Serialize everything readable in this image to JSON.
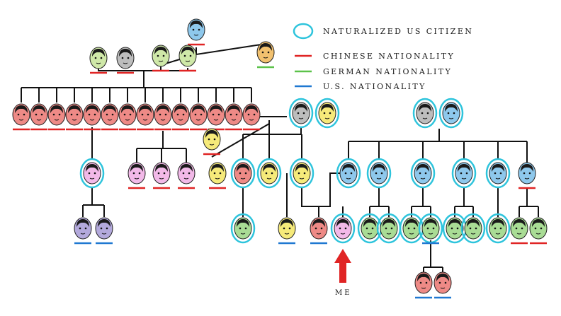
{
  "legend": {
    "items": [
      {
        "label": "NATURALIZED US CITIZEN",
        "marker": "circle",
        "color": "#2ec4dc"
      },
      {
        "label": "CHINESE NATIONALITY",
        "marker": "underline",
        "color": "#e02424"
      },
      {
        "label": "GERMAN NATIONALITY",
        "marker": "underline",
        "color": "#5cc24a"
      },
      {
        "label": "U.S. NATIONALITY",
        "marker": "underline",
        "color": "#1f78d1"
      }
    ]
  },
  "me_label": "ME",
  "colors": {
    "red_face": "#ee8a86",
    "yellow_face": "#f6ea7a",
    "green_face": "#a9dc95",
    "light_green_face": "#cfe8a8",
    "blue_face": "#8ec8ec",
    "purple_face": "#b3a9dc",
    "pink_face": "#f2b9e8",
    "gray_face": "#bdbdbd",
    "orange_face": "#f2c16f",
    "line": "#111111",
    "arrow": "#e02424",
    "ring": "#2ec4dc",
    "underline_red": "#e02424",
    "underline_green": "#5cc24a",
    "underline_blue": "#1f78d1"
  },
  "people": [
    {
      "face": "blue_face",
      "ring": false,
      "nat": "red"
    },
    {
      "face": "orange_face",
      "ring": false,
      "nat": "green"
    },
    {
      "face": "light_green_face",
      "ring": false,
      "nat": "red"
    },
    {
      "face": "gray_face",
      "ring": false,
      "nat": "red"
    },
    {
      "face": "light_green_face",
      "ring": false,
      "nat": "red"
    },
    {
      "face": "light_green_face",
      "ring": false,
      "nat": "red"
    },
    {
      "face": "red_face",
      "ring": false,
      "nat": "red"
    },
    {
      "face": "red_face",
      "ring": false,
      "nat": "red"
    },
    {
      "face": "red_face",
      "ring": false,
      "nat": "red"
    },
    {
      "face": "red_face",
      "ring": false,
      "nat": "red"
    },
    {
      "face": "red_face",
      "ring": false,
      "nat": "red"
    },
    {
      "face": "red_face",
      "ring": false,
      "nat": "red"
    },
    {
      "face": "red_face",
      "ring": false,
      "nat": "red"
    },
    {
      "face": "red_face",
      "ring": false,
      "nat": "red"
    },
    {
      "face": "red_face",
      "ring": false,
      "nat": "red"
    },
    {
      "face": "red_face",
      "ring": false,
      "nat": "red"
    },
    {
      "face": "red_face",
      "ring": false,
      "nat": "red"
    },
    {
      "face": "red_face",
      "ring": false,
      "nat": "red"
    },
    {
      "face": "red_face",
      "ring": false,
      "nat": "red"
    },
    {
      "face": "red_face",
      "ring": false,
      "nat": "red"
    },
    {
      "face": "gray_face",
      "ring": true,
      "nat": "none"
    },
    {
      "face": "yellow_face",
      "ring": true,
      "nat": "none"
    },
    {
      "face": "yellow_face",
      "ring": false,
      "nat": "red"
    },
    {
      "face": "gray_face",
      "ring": true,
      "nat": "none"
    },
    {
      "face": "blue_face",
      "ring": true,
      "nat": "none"
    },
    {
      "face": "pink_face",
      "ring": true,
      "nat": "none"
    },
    {
      "face": "pink_face",
      "ring": false,
      "nat": "red"
    },
    {
      "face": "pink_face",
      "ring": false,
      "nat": "red"
    },
    {
      "face": "pink_face",
      "ring": false,
      "nat": "red"
    },
    {
      "face": "yellow_face",
      "ring": false,
      "nat": "red"
    },
    {
      "face": "red_face",
      "ring": true,
      "nat": "none"
    },
    {
      "face": "yellow_face",
      "ring": true,
      "nat": "none"
    },
    {
      "face": "yellow_face",
      "ring": true,
      "nat": "none"
    },
    {
      "face": "blue_face",
      "ring": true,
      "nat": "none"
    },
    {
      "face": "blue_face",
      "ring": true,
      "nat": "none"
    },
    {
      "face": "blue_face",
      "ring": true,
      "nat": "none"
    },
    {
      "face": "blue_face",
      "ring": true,
      "nat": "none"
    },
    {
      "face": "blue_face",
      "ring": true,
      "nat": "none"
    },
    {
      "face": "blue_face",
      "ring": false,
      "nat": "red"
    },
    {
      "face": "purple_face",
      "ring": false,
      "nat": "blue"
    },
    {
      "face": "purple_face",
      "ring": false,
      "nat": "blue"
    },
    {
      "face": "green_face",
      "ring": true,
      "nat": "none"
    },
    {
      "face": "yellow_face",
      "ring": false,
      "nat": "blue"
    },
    {
      "face": "red_face",
      "ring": false,
      "nat": "blue"
    },
    {
      "face": "pink_face",
      "ring": true,
      "nat": "none"
    },
    {
      "face": "green_face",
      "ring": true,
      "nat": "none"
    },
    {
      "face": "green_face",
      "ring": true,
      "nat": "none"
    },
    {
      "face": "green_face",
      "ring": true,
      "nat": "none"
    },
    {
      "face": "green_face",
      "ring": true,
      "nat": "blue"
    },
    {
      "face": "green_face",
      "ring": true,
      "nat": "none"
    },
    {
      "face": "green_face",
      "ring": true,
      "nat": "none"
    },
    {
      "face": "green_face",
      "ring": true,
      "nat": "none"
    },
    {
      "face": "green_face",
      "ring": false,
      "nat": "red"
    },
    {
      "face": "green_face",
      "ring": false,
      "nat": "red"
    },
    {
      "face": "red_face",
      "ring": false,
      "nat": "blue"
    },
    {
      "face": "red_face",
      "ring": false,
      "nat": "blue"
    }
  ]
}
